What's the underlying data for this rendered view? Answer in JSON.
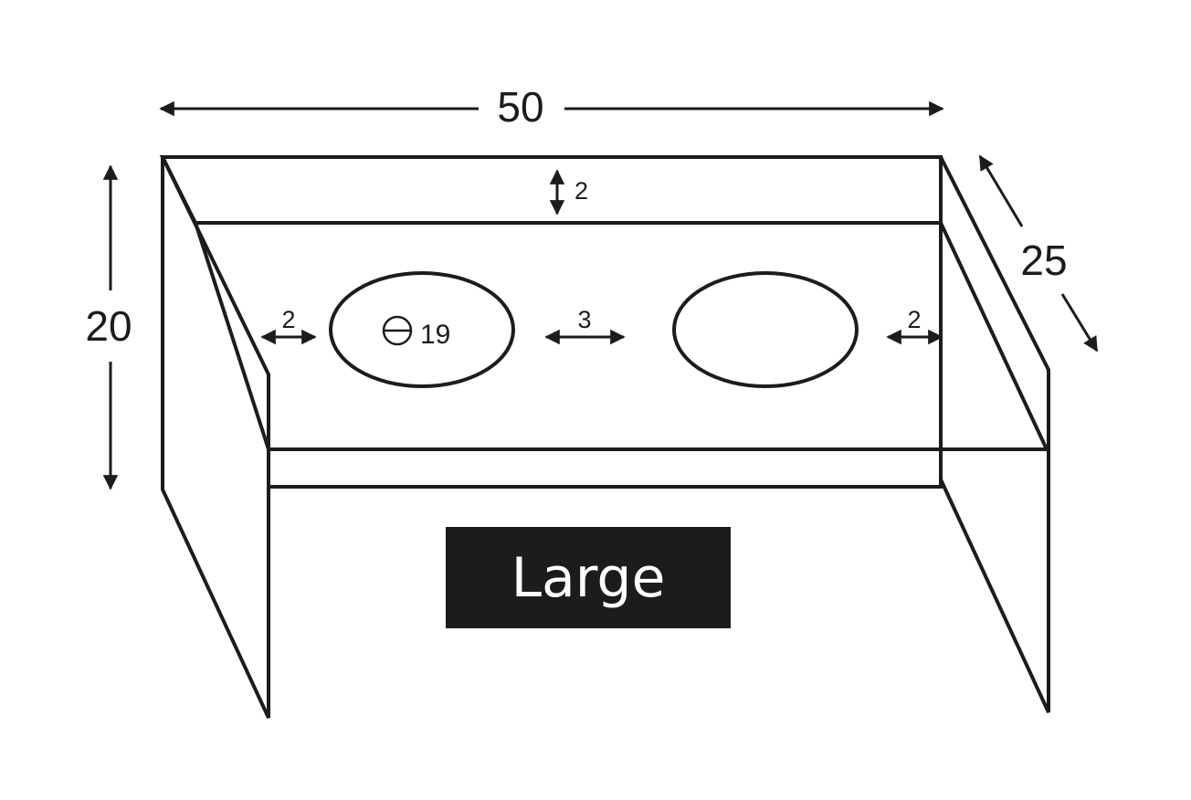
{
  "dimensions": {
    "width": "50",
    "height": "20",
    "depth": "25",
    "rim": "2",
    "left_margin": "2",
    "bowl_gap": "3",
    "right_margin": "2",
    "bowl_diameter": "19"
  },
  "size_tag": {
    "label": "Large",
    "background": "#1e1b1c",
    "text_color": "#ffffff"
  },
  "colors": {
    "stroke": "#1e1b1c",
    "background": "#ffffff"
  }
}
